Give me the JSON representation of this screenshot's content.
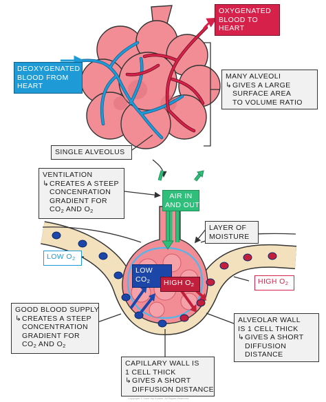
{
  "labels": {
    "deoxygenated": [
      "DEOXYGENATED",
      "BLOOD FROM",
      "HEART"
    ],
    "oxygenated": [
      "OXYGENATED",
      "BLOOD TO",
      "HEART"
    ],
    "many_alveoli_title": "MANY ALVEOLI",
    "many_alveoli_body": [
      "GIVES A LARGE",
      "SURFACE AREA",
      "TO VOLUME RATIO"
    ],
    "single_alveolus": "SINGLE ALVEOLUS",
    "ventilation_title": "VENTILATION",
    "ventilation_body": [
      "CREATES A STEEP",
      "CONCENRATION",
      "GRADIENT FOR"
    ],
    "gases_line_prefix": "CO",
    "gases_line_mid": " AND O",
    "sub_2": "2",
    "air": [
      "AIR IN",
      "AND OUT"
    ],
    "moisture": [
      "LAYER OF",
      "MOISTURE"
    ],
    "low_o2": "LOW O",
    "low_co2": "LOW CO",
    "high_o2": "HIGH O",
    "blood_supply_title": "GOOD BLOOD SUPPLY",
    "blood_supply_body": [
      "CREATES A STEEP",
      "CONCENTRATION",
      "GRADIENT FOR"
    ],
    "alveolar_wall_title": [
      "ALVEOLAR WALL",
      "IS 1 CELL THICK"
    ],
    "alveolar_wall_body": [
      "GIVES A SHORT",
      "DIFFUSION",
      "DISTANCE"
    ],
    "capillary_wall_title": [
      "CAPILLARY WALL IS",
      "1 CELL THICK"
    ],
    "capillary_wall_body": [
      "GIVES A SHORT",
      "DIFFUSION DISTANCE"
    ],
    "copyright": "Copyright © Save My Exams. All Rights Reserved"
  },
  "colors": {
    "alveolus_fill": "#f28d96",
    "alveolus_dark": "#e06a76",
    "deoxy_blue": "#1e9bd7",
    "oxy_red": "#d6224a",
    "capillary_tan": "#f3e1bd",
    "rbc_blue": "#1c46a8",
    "rbc_red": "#c21f3c",
    "moisture_blue": "#5ab4e5",
    "air_green": "#2fbf7a",
    "label_box": "#f1f1f1"
  }
}
